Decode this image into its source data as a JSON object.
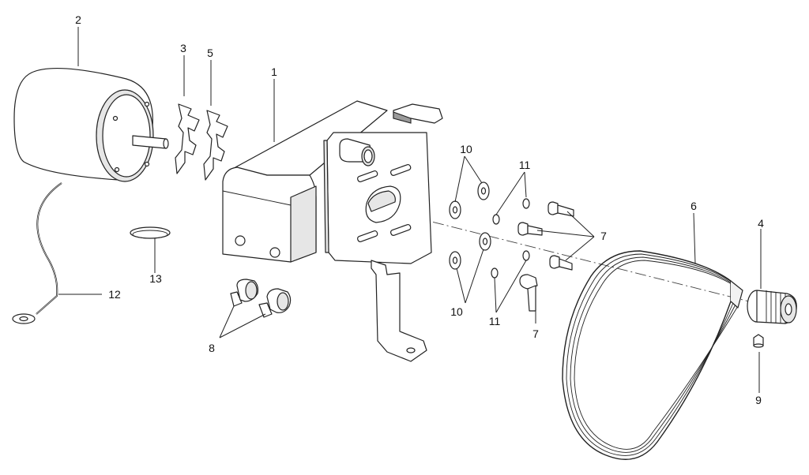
{
  "callouts": {
    "c1": "1",
    "c2": "2",
    "c3": "3",
    "c4": "4",
    "c5": "5",
    "c6": "6",
    "c7a": "7",
    "c7b": "7",
    "c8": "8",
    "c9": "9",
    "c10a": "10",
    "c10b": "10",
    "c11a": "11",
    "c11b": "11",
    "c12": "12",
    "c13": "13"
  }
}
